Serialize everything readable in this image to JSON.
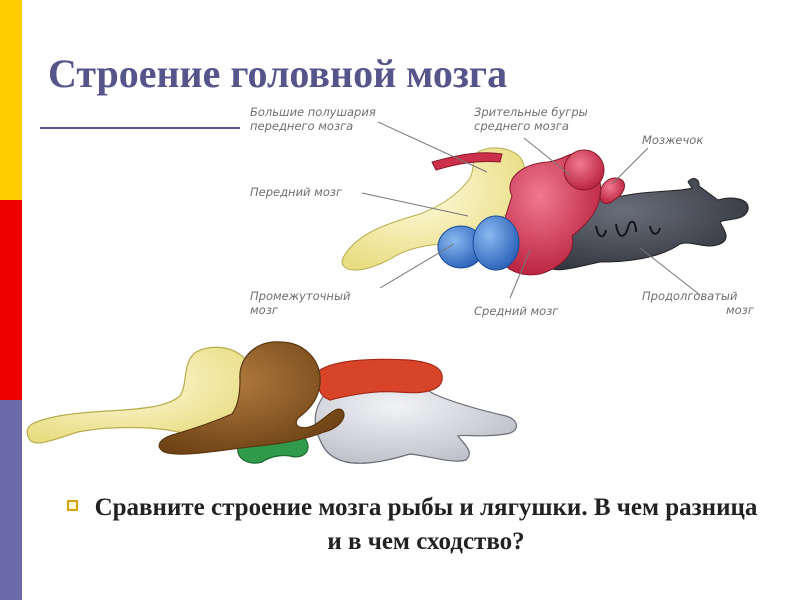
{
  "title": "Строение головной мозга",
  "diagram": {
    "labels": {
      "hemispheres_line1": "Большие полушария",
      "hemispheres_line2": "переднего мозга",
      "optic_tubercles_line1": "Зрительные бугры",
      "optic_tubercles_line2": "среднего мозга",
      "cerebellum": "Мозжечок",
      "forebrain": "Передний мозг",
      "diencephalon_line1": "Промежуточный",
      "diencephalon_line2": "мозг",
      "midbrain": "Средний мозг",
      "medulla_line1": "Продолговатый",
      "medulla_line2": "мозг"
    },
    "colors": {
      "forebrain": "#f2ea9a",
      "diencephalon": "#3a78c8",
      "midbrain": "#cc2f4a",
      "medulla": "#3a3d47",
      "frog_forebrain": "#f2ea9a",
      "frog_midbrain_lobe": "#8a5520",
      "frog_cerebellum": "#d8442a",
      "frog_diencephalon": "#2e9a4a",
      "frog_medulla": "#c7c9d1"
    }
  },
  "question": "Сравните строение мозга рыбы и лягушки. В чем разница и в чем сходство?",
  "colors": {
    "title": "#55558c",
    "sidebar_top": "#ffcc00",
    "sidebar_middle": "#ee0000",
    "sidebar_bottom": "#6a6aa8"
  }
}
